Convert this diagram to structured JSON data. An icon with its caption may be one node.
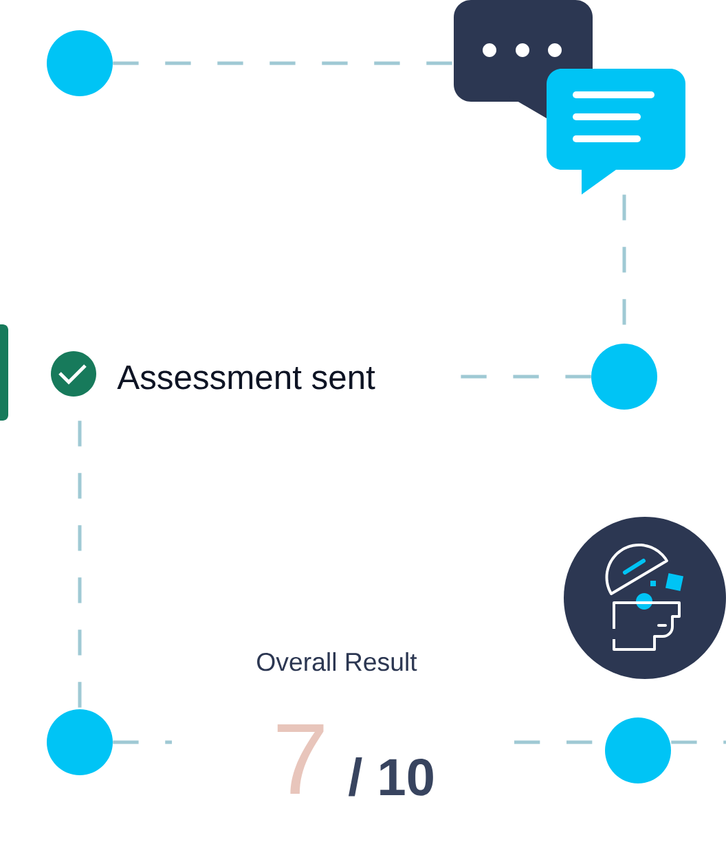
{
  "diagram": {
    "nodes": [
      {
        "text": [],
        "shape": "circle"
      },
      {
        "text": [],
        "shape": "picture"
      },
      {
        "text": [],
        "shape": "circle"
      },
      {
        "text": [
          "Assessment sent"
        ]
      },
      {
        "text": [],
        "shape": "circle"
      },
      {
        "text": [
          "Overall Result",
          "7",
          "/ 10"
        ]
      },
      {
        "text": [],
        "shape": "circle"
      },
      {
        "text": [],
        "shape": "picture"
      }
    ],
    "edges": [
      {
        "from": 0,
        "to": 1,
        "arrow": "none",
        "style": "dashed"
      },
      {
        "from": 1,
        "to": 2,
        "arrow": "none",
        "style": "dashed"
      },
      {
        "from": 2,
        "to": null,
        "arrow": "none",
        "style": "dashed"
      },
      {
        "from": 3,
        "to": 4,
        "arrow": "none",
        "style": "dashed"
      },
      {
        "from": 4,
        "to": null,
        "arrow": "none",
        "style": "dashed"
      },
      {
        "from": null,
        "to": 6,
        "arrow": "none",
        "style": "dashed"
      },
      {
        "from": 6,
        "to": null,
        "arrow": "none",
        "style": "dashed"
      }
    ]
  }
}
